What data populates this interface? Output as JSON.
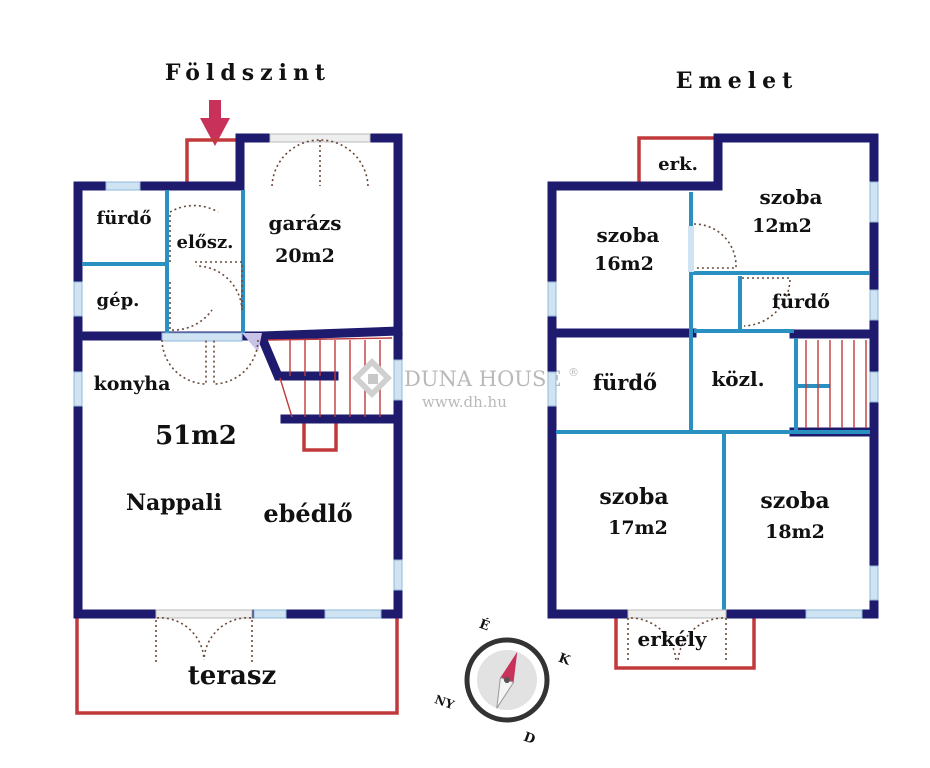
{
  "floors": {
    "ground": {
      "title": "Földszint",
      "rooms": {
        "furdo": "fürdő",
        "eloszoba": "elősz.",
        "garazs": "garázs",
        "garazs_area": "20m2",
        "gep": "gép.",
        "konyha": "konyha",
        "area": "51m2",
        "nappali": "Nappali",
        "ebedlo": "ebédlő",
        "terasz": "terasz"
      }
    },
    "upper": {
      "title": "Emelet",
      "rooms": {
        "erk": "erk.",
        "szoba_a": "szoba",
        "szoba_a_area": "16m2",
        "szoba_b": "szoba",
        "szoba_b_area": "12m2",
        "furdo_a": "fürdő",
        "furdo_b": "fürdő",
        "kozl": "közl.",
        "szoba_c": "szoba",
        "szoba_c_area": "17m2",
        "szoba_d": "szoba",
        "szoba_d_area": "18m2",
        "erkely": "erkély"
      }
    }
  },
  "watermark": {
    "brand": "DUNA HOUSE",
    "registered": "®",
    "url": "www.dh.hu"
  },
  "compass": {
    "north": "É",
    "east": "K",
    "south": "D",
    "west": "NY"
  },
  "colors": {
    "outer_wall": "#1e1a6e",
    "inner_wall": "#2a8fc1",
    "outline_red": "#c0393b",
    "entrance_arrow": "#c8325a",
    "window": "#cfe3f2"
  }
}
